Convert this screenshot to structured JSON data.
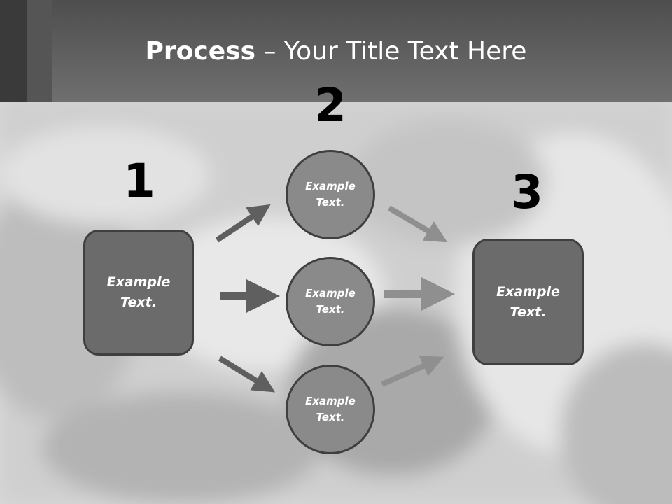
{
  "title": {
    "bold": "Process",
    "rest": " – Your Title Text Here"
  },
  "steps": {
    "n1": "1",
    "n2": "2",
    "n3": "3"
  },
  "box_left": {
    "text": "Example Text."
  },
  "box_right": {
    "text": "Example Text."
  },
  "circles": [
    {
      "text": "Example Text."
    },
    {
      "text": "Example Text."
    },
    {
      "text": "Example Text."
    }
  ],
  "colors": {
    "header": "#5a5a5a",
    "box_fill": "#6b6b6b",
    "circle_fill": "#8a8a8a",
    "arrow_dark": "#5f5f5f",
    "arrow_light": "#8f8f8f"
  }
}
